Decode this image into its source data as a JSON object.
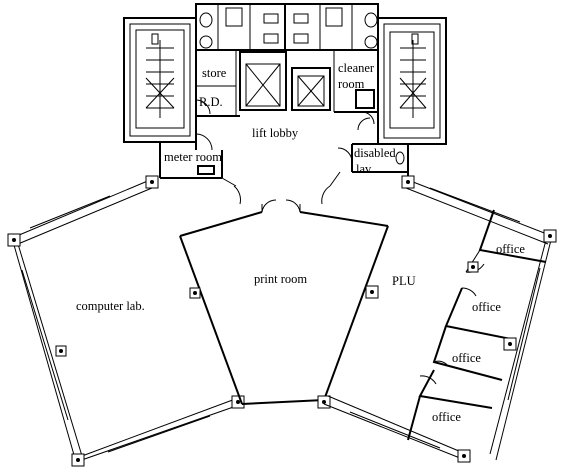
{
  "rooms": {
    "store": "store",
    "rd": "R.D.",
    "cleaner_line1": "cleaner",
    "cleaner_line2": "room",
    "lift_lobby": "lift lobby",
    "meter_room": "meter room",
    "disabled_line1": "disabled",
    "disabled_line2": "lav",
    "print_room": "print room",
    "plu": "PLU",
    "computer_lab": "computer lab.",
    "offices": [
      "office",
      "office",
      "office",
      "office"
    ]
  }
}
